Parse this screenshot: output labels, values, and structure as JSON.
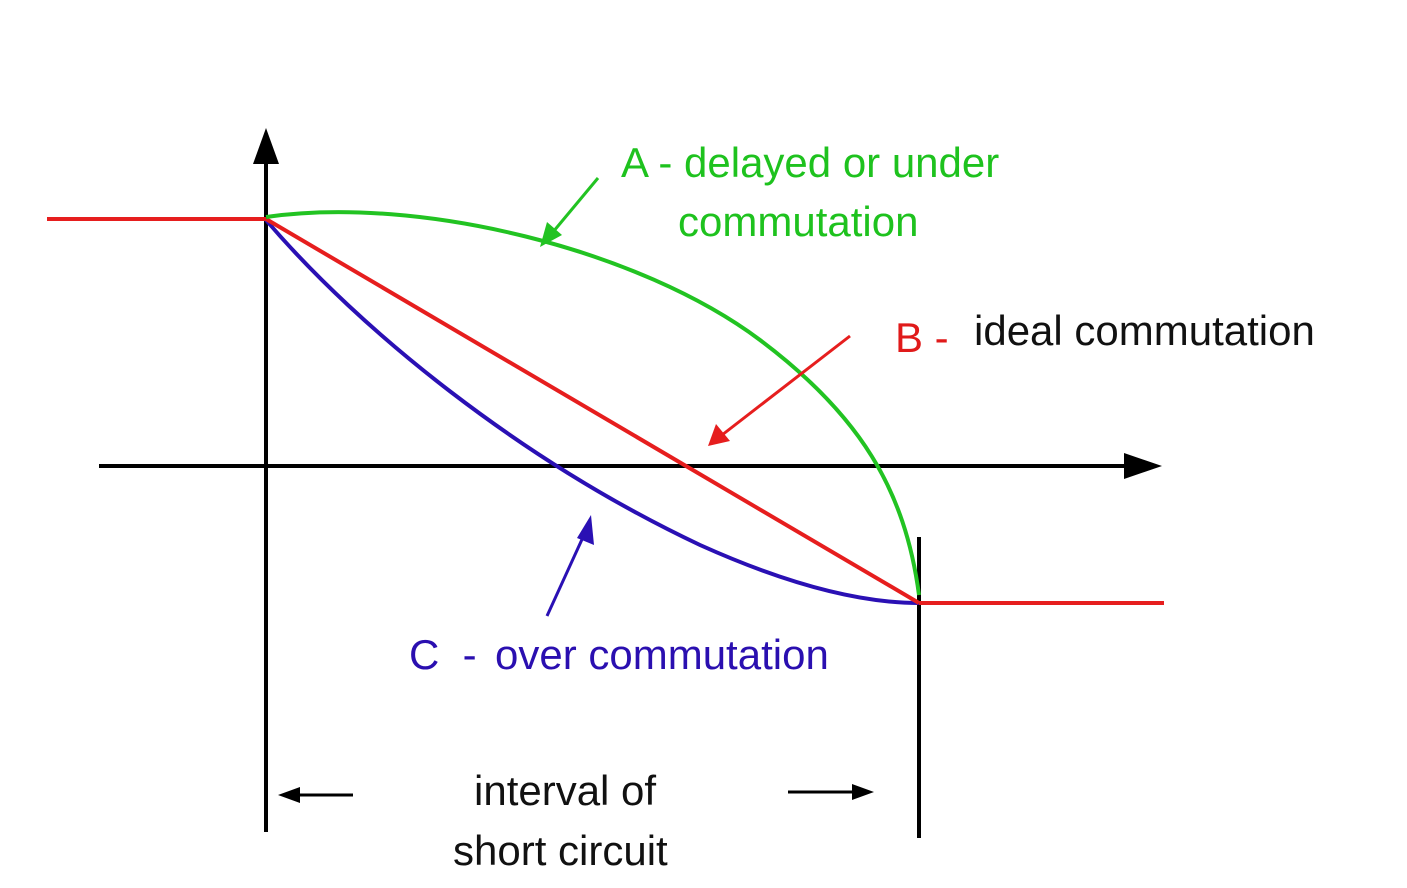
{
  "colors": {
    "curve_a": "#22c322",
    "curve_b": "#e61e1e",
    "curve_c": "#2a10b4",
    "axes": "#000000",
    "background": "#ffffff"
  },
  "labels": {
    "a_line1": "A - delayed or under",
    "a_line2": "commutation",
    "b_prefix": "B -",
    "b_text": "ideal commutation",
    "c_prefix": "C  -",
    "c_text": "over commutation",
    "interval_line1": "interval of",
    "interval_line2": "short circuit"
  },
  "curves": [
    {
      "id": "A",
      "name": "delayed or under commutation",
      "color": "#22c322",
      "shape": "concave arc above straight line"
    },
    {
      "id": "B",
      "name": "ideal commutation",
      "color": "#e61e1e",
      "shape": "straight line"
    },
    {
      "id": "C",
      "name": "over commutation",
      "color": "#2a10b4",
      "shape": "convex curve below straight line"
    }
  ]
}
